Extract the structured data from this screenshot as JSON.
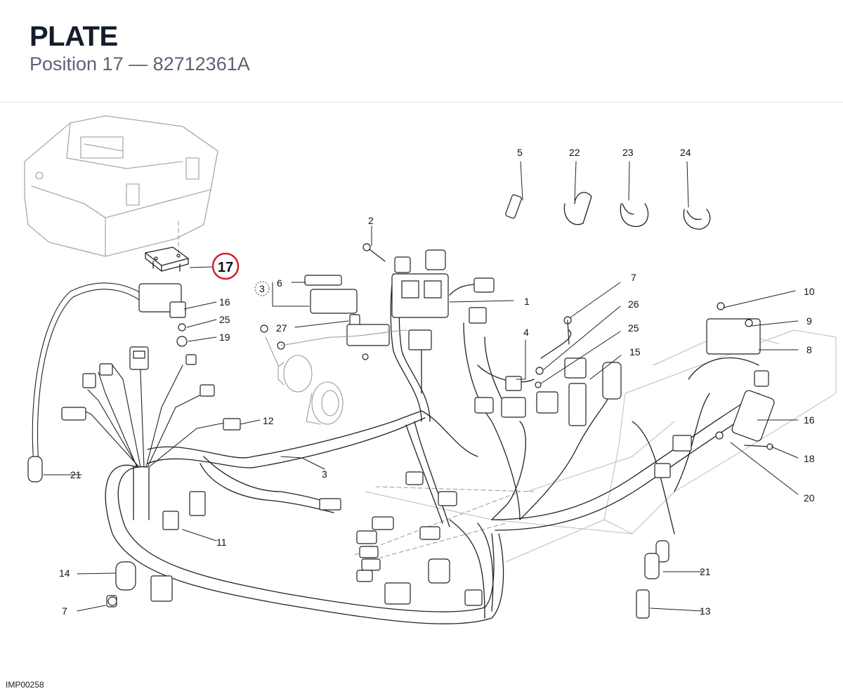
{
  "header": {
    "title": "PLATE",
    "subtitle": "Position 17 — 82712361A"
  },
  "diagram": {
    "image_code": "IMP00258",
    "highlighted_position": "17",
    "highlight_color": "#d0202a",
    "callouts": [
      "1",
      "2",
      "3",
      "3",
      "4",
      "5",
      "6",
      "7",
      "7",
      "8",
      "9",
      "10",
      "11",
      "12",
      "13",
      "14",
      "15",
      "16",
      "16",
      "17",
      "18",
      "19",
      "20",
      "21",
      "21",
      "22",
      "23",
      "24",
      "25",
      "25",
      "26",
      "27"
    ]
  }
}
